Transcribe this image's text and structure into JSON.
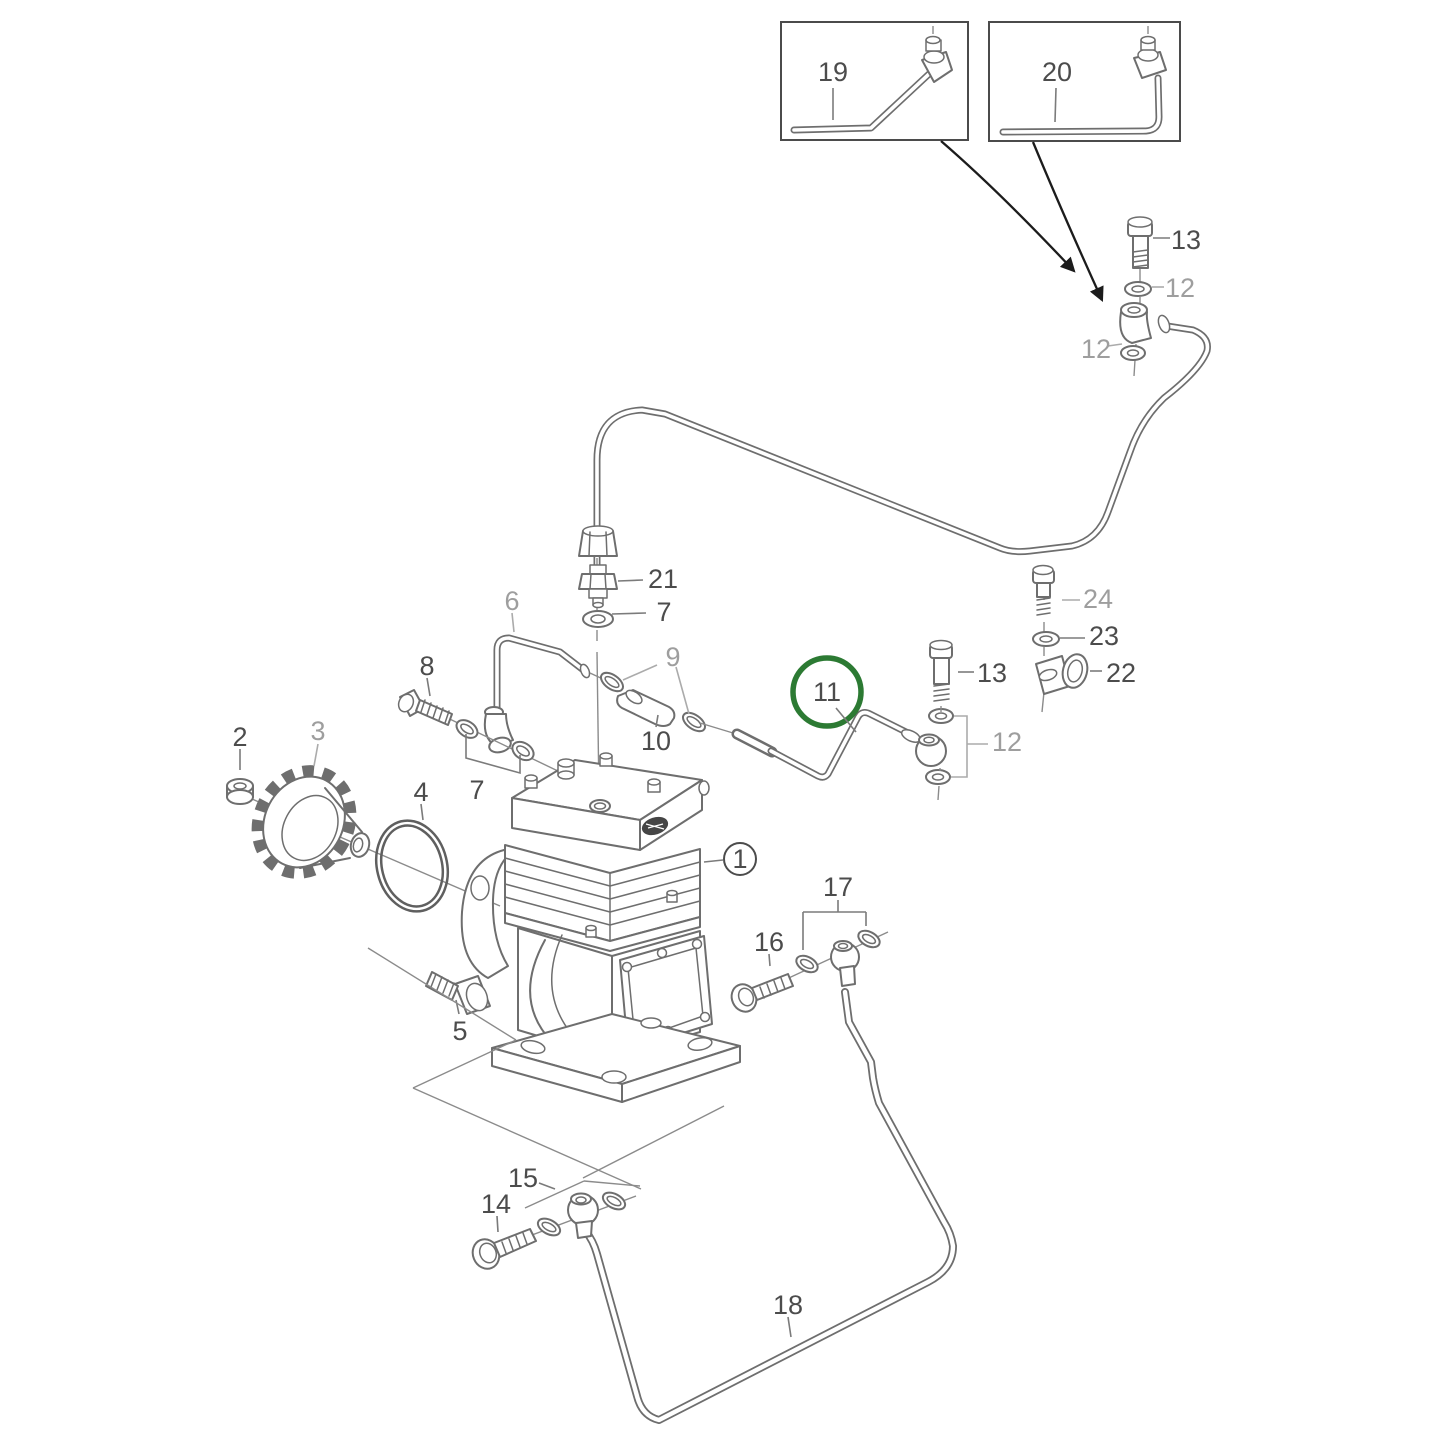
{
  "diagram": {
    "type": "exploded-parts-diagram",
    "subject": "air compressor with air pipes",
    "background": "#ffffff",
    "colors": {
      "line": "#6e6e6e",
      "label_dark": "#4c4c4c",
      "label_gray": "#9e9e9e",
      "highlight": "#2c7a33",
      "arrow": "#1c1c1c",
      "intake_fill": "#454545"
    },
    "highlight": {
      "part": "11",
      "shape": "circle"
    },
    "insets": [
      {
        "label": "19"
      },
      {
        "label": "20"
      }
    ],
    "callouts": [
      {
        "id": "19",
        "text": "19",
        "tone": "dark"
      },
      {
        "id": "20",
        "text": "20",
        "tone": "dark"
      },
      {
        "id": "13-top",
        "text": "13",
        "tone": "dark"
      },
      {
        "id": "12-top",
        "text": "12",
        "tone": "gray"
      },
      {
        "id": "12-top-left",
        "text": "12",
        "tone": "gray"
      },
      {
        "id": "21",
        "text": "21",
        "tone": "dark"
      },
      {
        "id": "7-upper",
        "text": "7",
        "tone": "dark"
      },
      {
        "id": "6",
        "text": "6",
        "tone": "gray"
      },
      {
        "id": "9",
        "text": "9",
        "tone": "gray"
      },
      {
        "id": "10",
        "text": "10",
        "tone": "dark"
      },
      {
        "id": "11",
        "text": "11",
        "tone": "dark"
      },
      {
        "id": "13-mid",
        "text": "13",
        "tone": "dark"
      },
      {
        "id": "12-mid",
        "text": "12",
        "tone": "gray"
      },
      {
        "id": "24",
        "text": "24",
        "tone": "gray"
      },
      {
        "id": "23",
        "text": "23",
        "tone": "dark"
      },
      {
        "id": "22",
        "text": "22",
        "tone": "dark"
      },
      {
        "id": "2",
        "text": "2",
        "tone": "dark"
      },
      {
        "id": "3",
        "text": "3",
        "tone": "gray"
      },
      {
        "id": "4",
        "text": "4",
        "tone": "dark"
      },
      {
        "id": "8",
        "text": "8",
        "tone": "dark"
      },
      {
        "id": "7-lower",
        "text": "7",
        "tone": "dark"
      },
      {
        "id": "1",
        "text": "1",
        "tone": "dark"
      },
      {
        "id": "5",
        "text": "5",
        "tone": "dark"
      },
      {
        "id": "16",
        "text": "16",
        "tone": "dark"
      },
      {
        "id": "17",
        "text": "17",
        "tone": "dark"
      },
      {
        "id": "14",
        "text": "14",
        "tone": "dark"
      },
      {
        "id": "15",
        "text": "15",
        "tone": "dark"
      },
      {
        "id": "18",
        "text": "18",
        "tone": "dark"
      }
    ]
  }
}
